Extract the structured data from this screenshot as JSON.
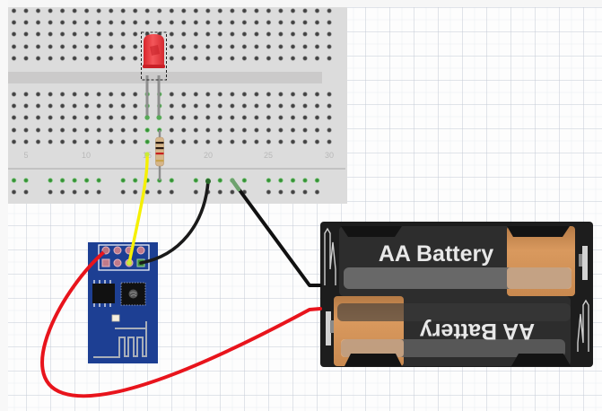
{
  "diagram": {
    "type": "breadboard-circuit",
    "components": {
      "breadboard": {
        "name": "Half-size breadboard",
        "column_labels": [
          "5",
          "10",
          "15",
          "20",
          "25",
          "30"
        ],
        "first_visible_column": 4,
        "last_visible_column": 30
      },
      "led": {
        "name": "Red LED",
        "color": "#e8383d",
        "selected": true
      },
      "resistor": {
        "name": "Resistor",
        "bands": [
          "#2a1a12",
          "#2a1a12",
          "#c8201e",
          "#c9a24a"
        ]
      },
      "esp_module": {
        "name": "ESP-01 Wi-Fi module",
        "board_color": "#1d3f93"
      },
      "battery_holder": {
        "name": "2x AA battery holder",
        "cells": [
          {
            "label": "AA Battery",
            "orientation": "normal"
          },
          {
            "label": "AA Battery",
            "orientation": "flipped"
          }
        ]
      }
    },
    "wires": [
      {
        "name": "yellow-wire",
        "color": "#f5f000",
        "from": "breadboard col 15",
        "to": "ESP-01 pin"
      },
      {
        "name": "black-wire-esp",
        "color": "#1a1a1a",
        "from": "breadboard power rail col 20",
        "to": "ESP-01 GND pin"
      },
      {
        "name": "black-wire-battery",
        "color": "#111111",
        "from": "breadboard power rail col 22",
        "to": "battery holder negative"
      },
      {
        "name": "red-wire",
        "color": "#e8141c",
        "from": "ESP-01 VCC pin",
        "to": "battery holder positive"
      }
    ]
  }
}
